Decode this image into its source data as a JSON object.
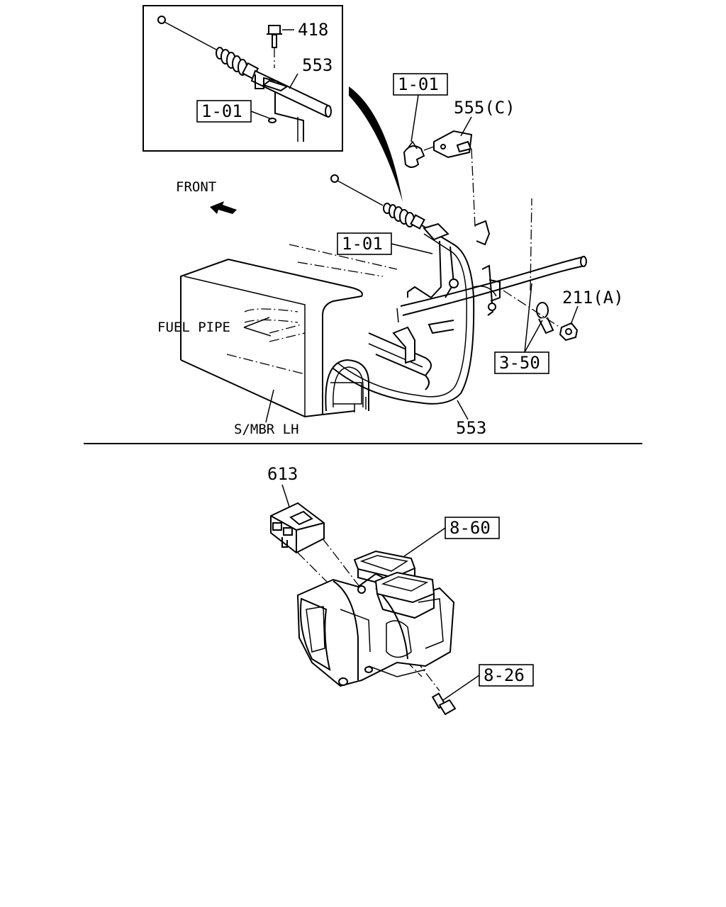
{
  "labels": {
    "inset_418": "418",
    "inset_553": "553",
    "inset_ref_1_01": "1-01",
    "upper_ref_1_01": "1-01",
    "label_555c": "555(C)",
    "front": "FRONT",
    "mid_ref_1_01": "1-01",
    "label_211a": "211(A)",
    "fuel_pipe": "FUEL PIPE",
    "ref_3_50": "3-50",
    "smbr_lh": "S/MBR LH",
    "label_553": "553",
    "label_613": "613",
    "ref_8_60": "8-60",
    "ref_8_26": "8-26"
  }
}
